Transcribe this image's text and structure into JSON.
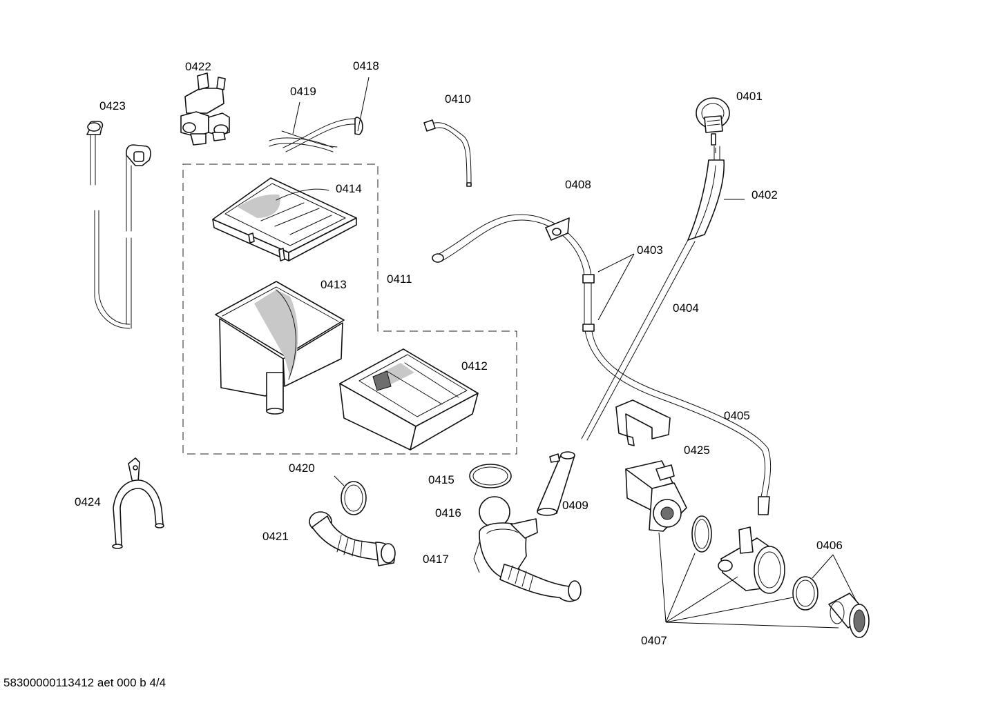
{
  "labels": {
    "p0401": "0401",
    "p0402": "0402",
    "p0403": "0403",
    "p0404": "0404",
    "p0405": "0405",
    "p0406": "0406",
    "p0407": "0407",
    "p0408": "0408",
    "p0409": "0409",
    "p0410": "0410",
    "p0411": "0411",
    "p0412": "0412",
    "p0413": "0413",
    "p0414": "0414",
    "p0415": "0415",
    "p0416": "0416",
    "p0417": "0417",
    "p0418": "0418",
    "p0419": "0419",
    "p0420": "0420",
    "p0421": "0421",
    "p0422": "0422",
    "p0423": "0423",
    "p0424": "0424",
    "p0425": "0425"
  },
  "footer": "58300000113412 aet 000 b 4/4"
}
